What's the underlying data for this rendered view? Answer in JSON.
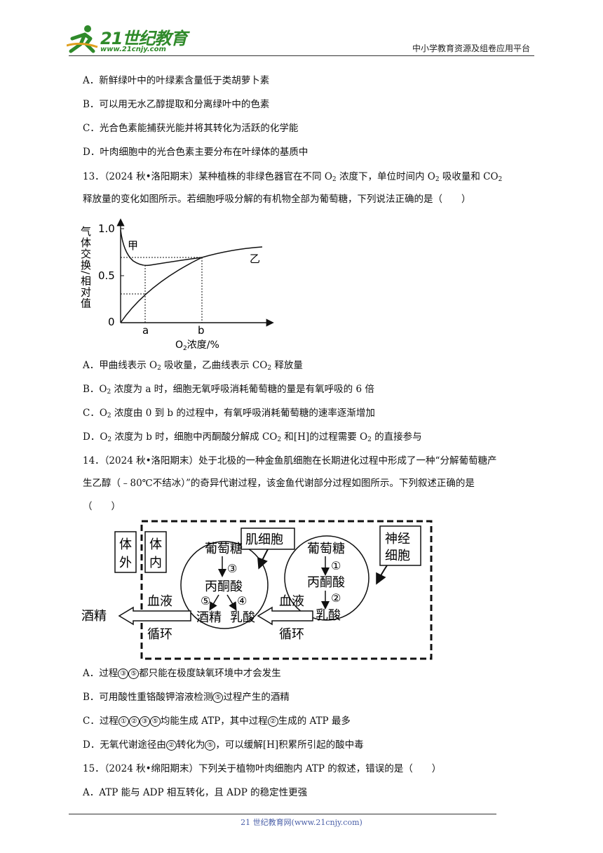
{
  "header": {
    "logo_main": "21世纪教育",
    "logo_sub": "www.21cnjy.com",
    "platform": "中小学教育资源及组卷应用平台"
  },
  "q12_options": {
    "A": "A．新鲜绿叶中的叶绿素含量低于类胡萝卜素",
    "B": "B．可以用无水乙醇提取和分离绿叶中的色素",
    "C": "C．光合色素能捕获光能并将其转化为活跃的化学能",
    "D": "D．叶肉细胞中的光合色素主要分布在叶绿体的基质中"
  },
  "q13": {
    "num": "13．",
    "source": "（2024 秋•洛阳期末）",
    "text1a": "某种植株的非绿色器官在不同 O",
    "text1b": " 浓度下，单位时间内 O",
    "text1c": " 吸收量和 CO",
    "text2": "释放量的变化如图所示。若细胞呼吸分解的有机物全部为葡萄糖，下列说法正确的是（　　）",
    "sub2": "2",
    "chart": {
      "ylabel": "气体交换/相对值",
      "xlabel_a": "O",
      "xlabel_b": "浓度/%",
      "y_ticks": [
        "0",
        "0.5",
        "1.0"
      ],
      "x_ticks": [
        "a",
        "b"
      ],
      "curve_jia": "甲",
      "curve_yi": "乙"
    },
    "options": {
      "A1": "A．甲曲线表示 O",
      "A2": " 吸收量，乙曲线表示 CO",
      "A3": " 释放量",
      "B1": "B．O",
      "B2": " 浓度为 a 时，细胞无氧呼吸消耗葡萄糖的量是有氧呼吸的 6 倍",
      "C1": "C．O",
      "C2": " 浓度由 0 到 b 的过程中，有氧呼吸消耗葡萄糖的速率逐渐增加",
      "D1": "D．O",
      "D2": " 浓度为 b 时，细胞中丙酮酸分解成 CO",
      "D3": " 和[H]的过程需要 O",
      "D4": " 的直接参与"
    }
  },
  "q14": {
    "num": "14．",
    "source": "（2024 秋•洛阳期末）",
    "text1": "处于北极的一种金鱼肌细胞在长期进化过程中形成了一种“分解葡萄糖产",
    "text2": "生乙醇（﹣80℃不结冰）”的奇异代谢过程，该金鱼代谢部分过程如图所示。下列叙述正确的是",
    "text3": "（　　）",
    "diagram": {
      "outside_1": "体",
      "outside_2": "外",
      "inside_1": "体",
      "inside_2": "内",
      "muscle_cell": "肌细胞",
      "nerve_1": "神经",
      "nerve_2": "细胞",
      "glucose": "葡萄糖",
      "pyruvate": "丙酮酸",
      "alcohol": "酒精",
      "lactate": "乳酸",
      "blood_1": "血液",
      "blood_2": "循环",
      "n1": "①",
      "n2": "②",
      "n3": "③",
      "n4": "④",
      "n5": "⑤"
    },
    "options": {
      "A1": "A．过程",
      "A2": "都只能在极度缺氧环境中才会发生",
      "B1": "B．可用酸性重铬酸钾溶液检测",
      "B2": "过程产生的酒精",
      "C1": "C．过程",
      "C2": "均能生成 ATP，其中过程",
      "C3": "生成的 ATP 最多",
      "D1": "D．无氧代谢途径由",
      "D2": "转化为",
      "D3": "，可以缓解[H]积累所引起的酸中毒"
    }
  },
  "q15": {
    "num": "15．",
    "source": "（2024 秋•绵阳期末）",
    "text": "下列关于植物叶肉细胞内 ATP 的叙述，错误的是（　　）",
    "optA": "A．ATP 能与 ADP 相互转化，且 ADP 的稳定性更强"
  },
  "footer": {
    "site": "21 世纪教育网(www.21cnjy.com)"
  }
}
